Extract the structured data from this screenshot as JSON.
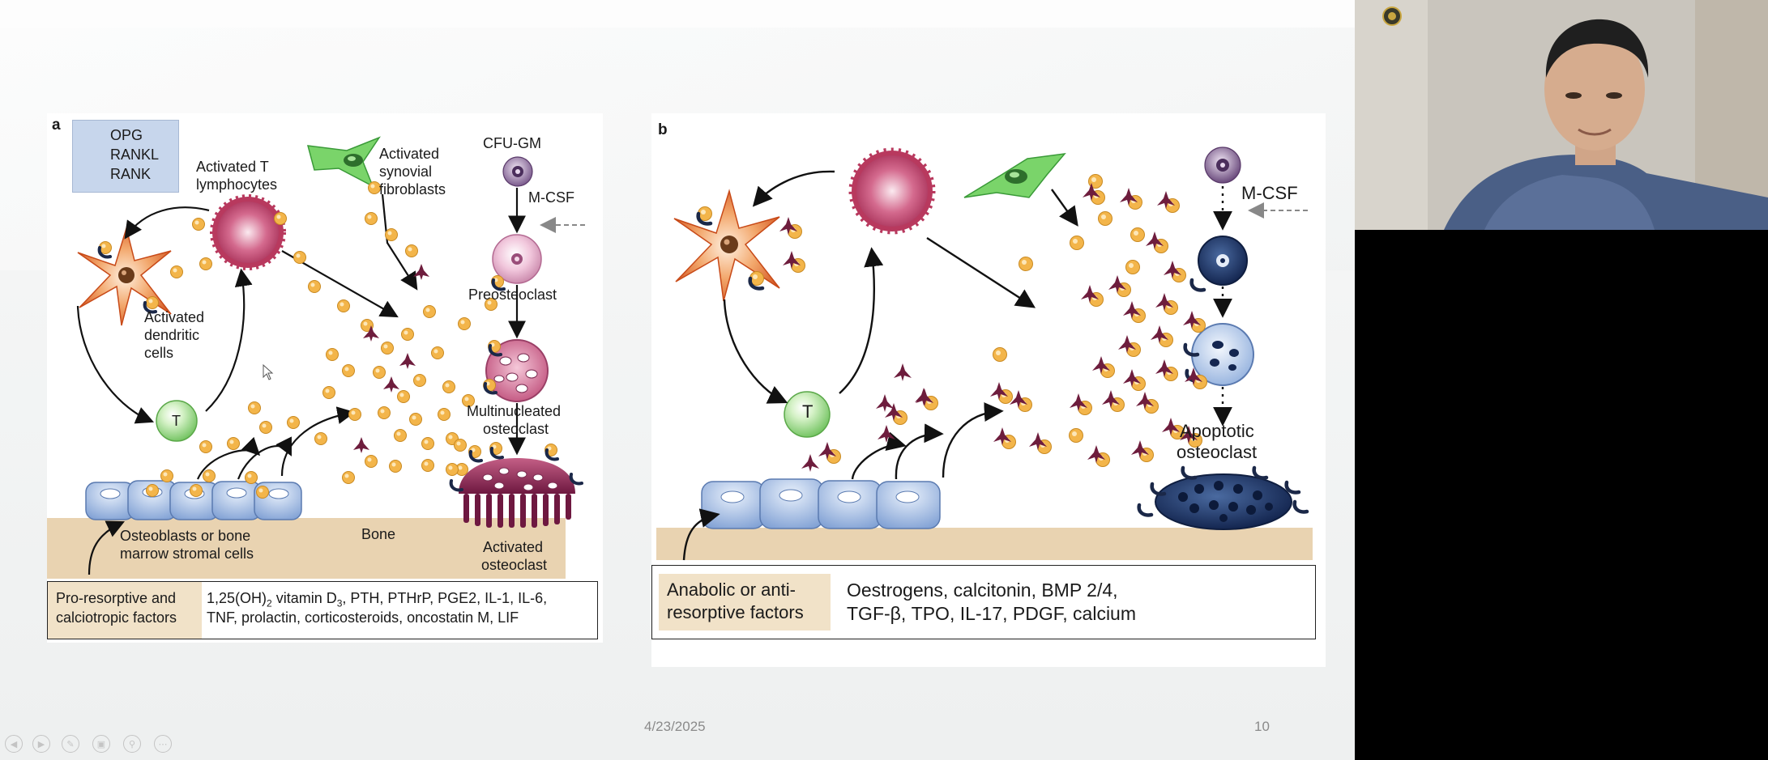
{
  "slide": {
    "date": "4/23/2025",
    "page_number": "10"
  },
  "panel_a": {
    "letter": "a",
    "legend": {
      "opg": "OPG",
      "rankl": "RANKL",
      "rank": "RANK"
    },
    "labels": {
      "activated_t_1": "Activated T",
      "activated_t_2": "lymphocytes",
      "synovial_1": "Activated",
      "synovial_2": "synovial",
      "synovial_3": "fibroblasts",
      "cfu_gm": "CFU-GM",
      "mcsf": "M-CSF",
      "preosteoclast": "Preosteoclast",
      "dendritic_1": "Activated",
      "dendritic_2": "dendritic",
      "dendritic_3": "cells",
      "t_cell": "T",
      "multinucleated_1": "Multinucleated",
      "multinucleated_2": "osteoclast",
      "osteoblasts_1": "Osteoblasts or bone",
      "osteoblasts_2": "marrow stromal cells",
      "bone": "Bone",
      "activated_osteoclast_1": "Activated",
      "activated_osteoclast_2": "osteoclast"
    },
    "factor_box": {
      "label_1": "Pro-resorptive and",
      "label_2": "calciotropic factors",
      "line_1_pre": "1,25(OH)",
      "line_1_sub": "2",
      "line_1_mid": " vitamin D",
      "line_1_sub2": "3",
      "line_1_post": ", PTH, PTHrP, PGE2, IL-1, IL-6,",
      "line_2": "TNF, prolactin, corticosteroids, oncostatin M, LIF"
    }
  },
  "panel_b": {
    "letter": "b",
    "labels": {
      "mcsf": "M-CSF",
      "t_cell": "T",
      "apoptotic_1": "Apoptotic",
      "apoptotic_2": "osteoclast"
    },
    "factor_box": {
      "label_1": "Anabolic or anti-",
      "label_2": "resorptive factors",
      "line_1": "Oestrogens, calcitonin, BMP 2/4,",
      "line_2": "TGF-β, TPO, IL-17, PDGF, calcium"
    }
  },
  "navigation": {
    "buttons": [
      "previous-slide",
      "next-slide",
      "pen-tool",
      "slides-overview",
      "zoom",
      "more-options"
    ]
  },
  "colors": {
    "opg": "#7a1f3d",
    "rankl": "#f0b44a",
    "rank": "#1c2a4a",
    "t_cell": "#8ed07a",
    "activated_t": "#b8395e",
    "dendritic": "#e8743a",
    "osteoblast": "#9fb8e0",
    "osteoclast": "#7a1f4a",
    "bone": "#e9d3b1",
    "legend_bg": "#c7d6ec",
    "factor_label_bg": "#f1e2c8"
  }
}
